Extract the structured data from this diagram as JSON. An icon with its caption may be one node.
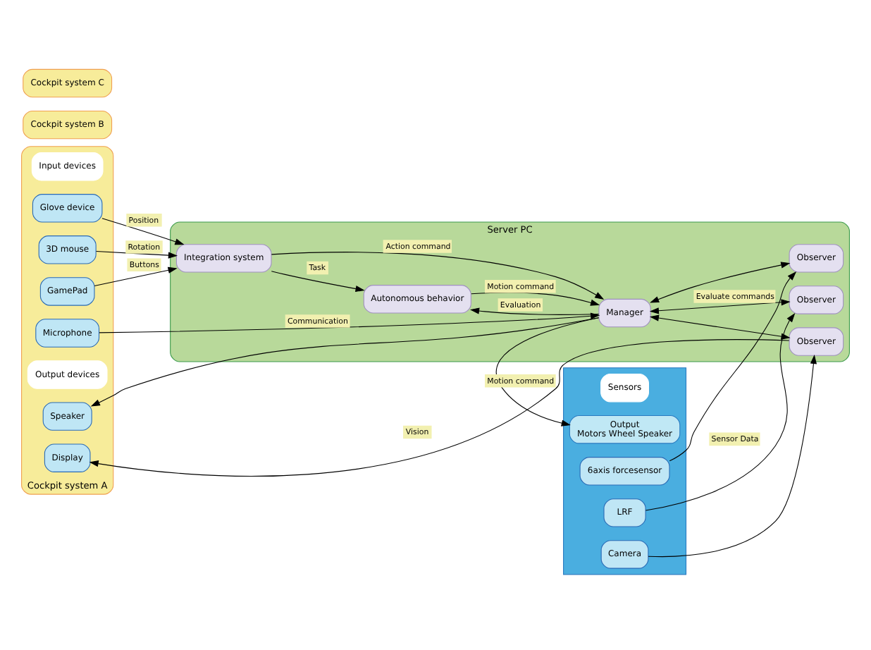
{
  "diagram": {
    "nodes": [
      {
        "text": [
          "Cockpit system A"
        ]
      },
      {
        "text": [
          "Input devices"
        ],
        "in": 0
      },
      {
        "text": [
          "Glove device"
        ],
        "in": 0
      },
      {
        "text": [
          "3D mouse"
        ],
        "in": 0
      },
      {
        "text": [
          "GamePad"
        ],
        "in": 0
      },
      {
        "text": [
          "Microphone"
        ],
        "in": 0
      },
      {
        "text": [
          "Output devices"
        ],
        "in": 0
      },
      {
        "text": [
          "Speaker"
        ],
        "in": 0
      },
      {
        "text": [
          "Display"
        ],
        "in": 0
      },
      {
        "text": [
          "Cockpit system B"
        ]
      },
      {
        "text": [
          "Cockpit system C"
        ]
      },
      {
        "text": [
          "Server PC"
        ]
      },
      {
        "text": [
          "Integration system"
        ],
        "in": 11
      },
      {
        "text": [
          "Autonomous behavior"
        ],
        "in": 11
      },
      {
        "text": [
          "Manager"
        ],
        "in": 11
      },
      {
        "text": [
          "Observer"
        ],
        "in": 11
      },
      {
        "text": [
          "Observer"
        ],
        "in": 11
      },
      {
        "text": [
          "Observer"
        ],
        "in": 11
      },
      {
        "text": [],
        "shape": "box"
      },
      {
        "text": [
          "Sensors"
        ],
        "in": 18
      },
      {
        "text": [
          "Camera"
        ],
        "in": 18
      },
      {
        "text": [
          "LRF"
        ],
        "in": 18
      },
      {
        "text": [
          "Output",
          "Motors Wheel Speaker"
        ],
        "in": 18
      },
      {
        "text": [
          "6axis forcesensor"
        ],
        "in": 18
      }
    ],
    "edges": [
      {
        "from": 2,
        "to": 12,
        "arrow": "to",
        "label": "Position"
      },
      {
        "from": 3,
        "to": 12,
        "arrow": "to",
        "label": "Rotation"
      },
      {
        "from": 4,
        "to": 12,
        "arrow": "to",
        "label": "Buttons"
      },
      {
        "from": 5,
        "to": 14,
        "arrow": "to",
        "label": "Communication"
      },
      {
        "from": 14,
        "to": 7,
        "arrow": "to"
      },
      {
        "from": 15,
        "to": 8,
        "arrow": "to",
        "label": "Vision"
      },
      {
        "from": 12,
        "to": 13,
        "arrow": "to",
        "label": "Task"
      },
      {
        "from": 12,
        "to": 14,
        "arrow": "to",
        "label": "Action command"
      },
      {
        "from": 13,
        "to": 14,
        "arrow": "to",
        "label": "Motion command"
      },
      {
        "from": 14,
        "to": 13,
        "arrow": "to",
        "label": "Evaluation"
      },
      {
        "from": 14,
        "to": 15,
        "arrow": "both"
      },
      {
        "from": 14,
        "to": 16,
        "arrow": "both",
        "label": "Evaluate commands"
      },
      {
        "from": 14,
        "to": 17,
        "arrow": "both"
      },
      {
        "from": 14,
        "to": 22,
        "arrow": "to",
        "label": "Motion command"
      },
      {
        "from": 20,
        "to": 15,
        "arrow": "to"
      },
      {
        "from": 21,
        "to": 16,
        "arrow": "to",
        "label": "Sensor Data"
      },
      {
        "from": 23,
        "to": 17,
        "arrow": "to"
      }
    ]
  }
}
